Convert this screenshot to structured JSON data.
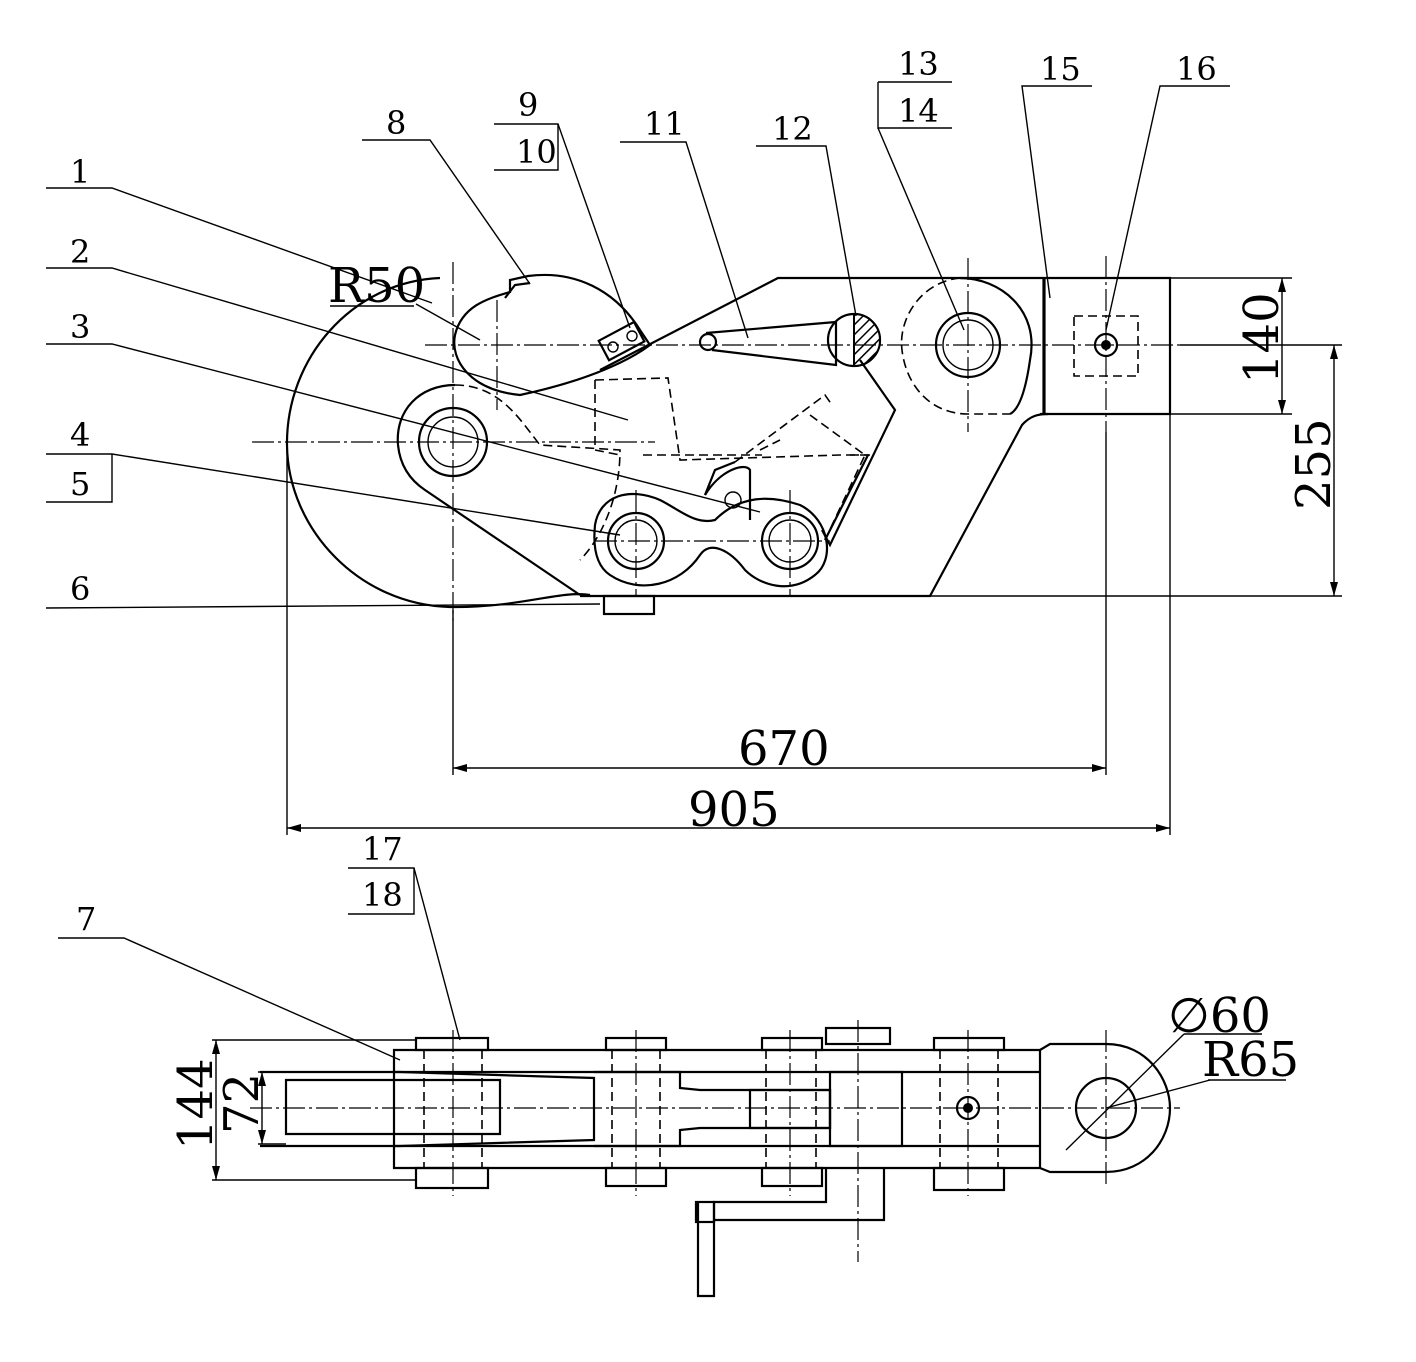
{
  "part_labels": [
    "1",
    "2",
    "3",
    "4",
    "5",
    "6",
    "7",
    "8",
    "9",
    "10",
    "11",
    "12",
    "13",
    "14",
    "15",
    "16",
    "17",
    "18"
  ],
  "dimensions": {
    "radius_hook": "R50",
    "overall_length": "905",
    "pin_span": "670",
    "height_top": "140",
    "height_total": "255",
    "side_width_outer": "144",
    "side_width_inner": "72",
    "eye_diameter": "∅60",
    "eye_radius": "R65"
  }
}
